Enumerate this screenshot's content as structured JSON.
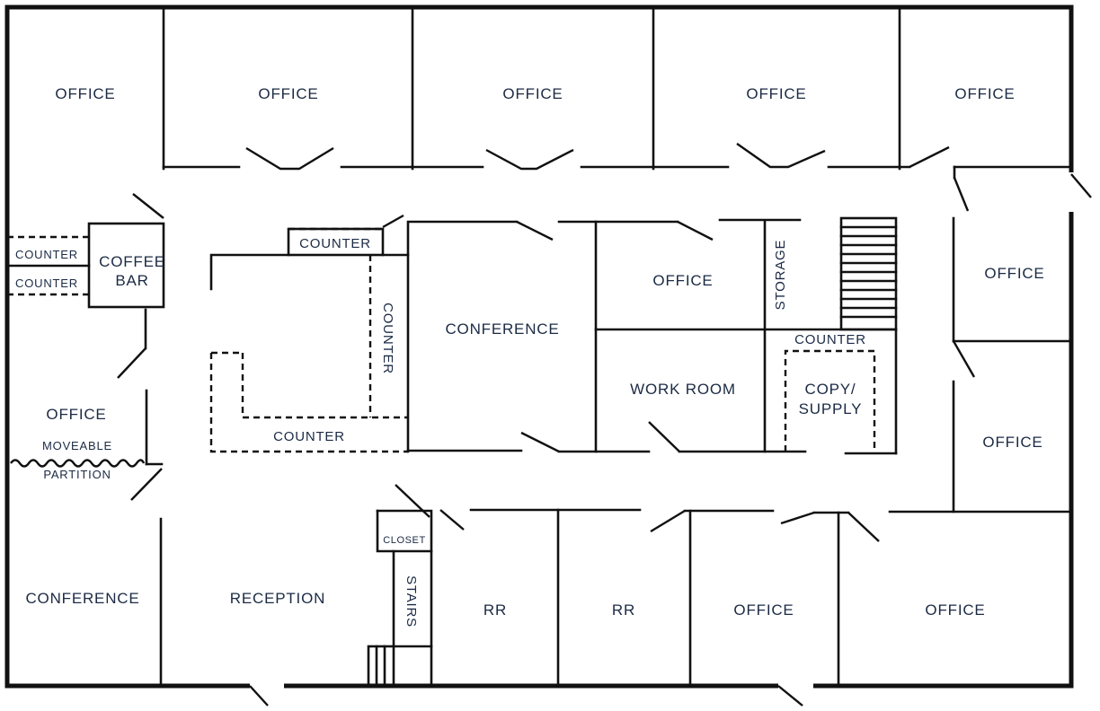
{
  "rooms": {
    "office_top_1": "OFFICE",
    "office_top_2": "OFFICE",
    "office_top_3": "OFFICE",
    "office_top_4": "OFFICE",
    "office_top_5": "OFFICE",
    "office_right_1": "OFFICE",
    "office_right_2": "OFFICE",
    "office_center": "OFFICE",
    "office_left": "OFFICE",
    "office_bottom_1": "OFFICE",
    "office_bottom_2": "OFFICE",
    "coffee_bar_line1": "COFFEE",
    "coffee_bar_line2": "BAR",
    "counter_left_1": "COUNTER",
    "counter_left_2": "COUNTER",
    "counter_top": "COUNTER",
    "counter_vertical": "COUNTER",
    "counter_bottom": "COUNTER",
    "counter_copy": "COUNTER",
    "conference_center": "CONFERENCE",
    "conference_left": "CONFERENCE",
    "work_room": "WORK ROOM",
    "storage": "STORAGE",
    "copy_line1": "COPY/",
    "copy_line2": "SUPPLY",
    "moveable": "MOVEABLE",
    "partition": "PARTITION",
    "reception": "RECEPTION",
    "closet": "CLOSET",
    "stairs": "STAIRS",
    "rr_1": "RR",
    "rr_2": "RR"
  }
}
